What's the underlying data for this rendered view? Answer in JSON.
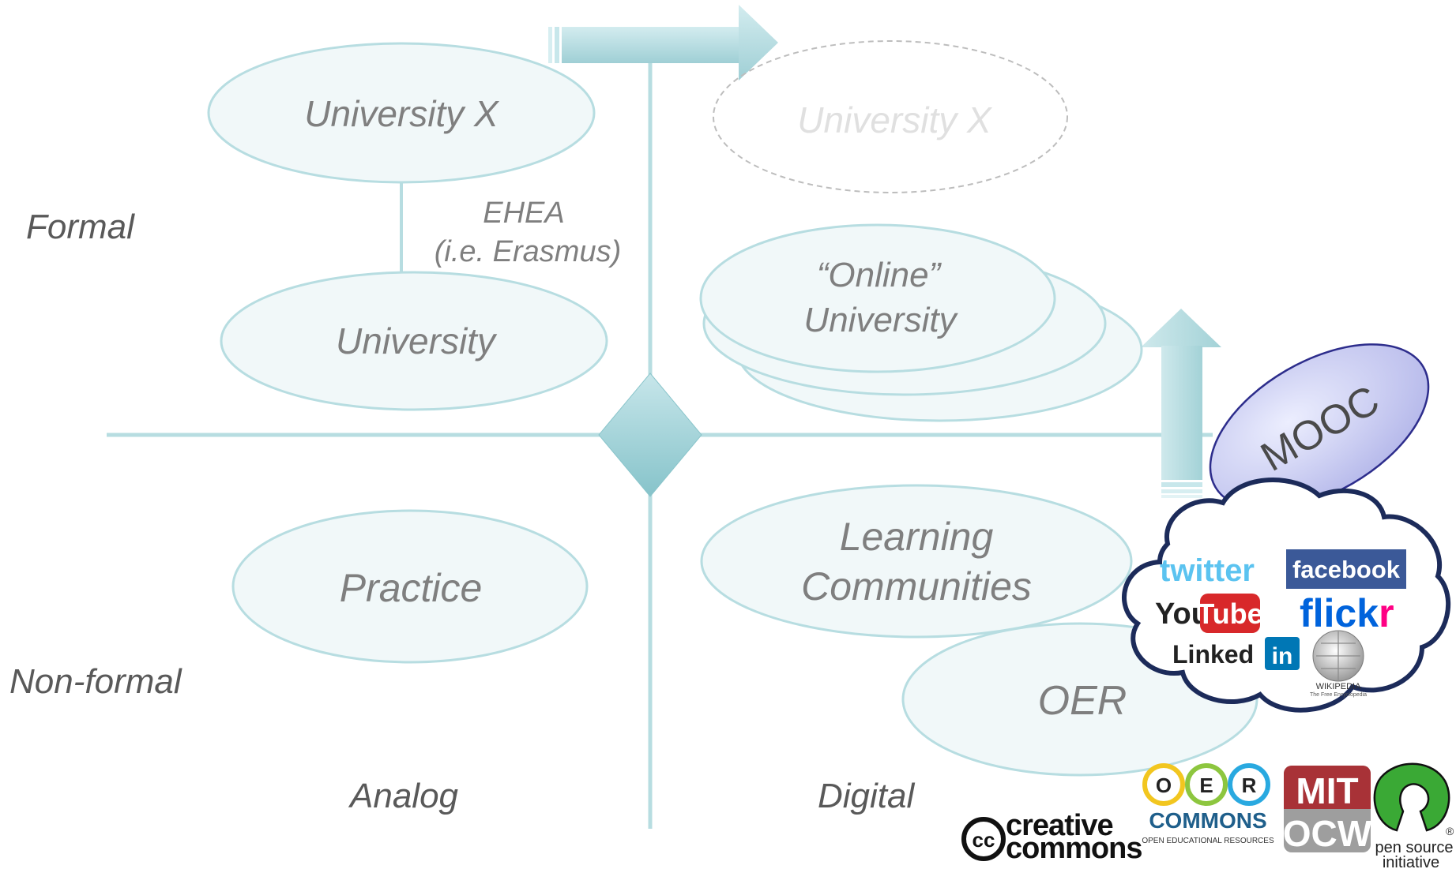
{
  "axes": {
    "left_top": "Formal",
    "left_bottom": "Non-formal",
    "bottom_left": "Analog",
    "bottom_right": "Digital"
  },
  "nodes": {
    "university_x": "University X",
    "university_x_ghost": "University X",
    "university": "University",
    "ehea_line1": "EHEA",
    "ehea_line2": "(i.e. Erasmus)",
    "online_line1": "“Online”",
    "online_line2": "University",
    "practice": "Practice",
    "learning_line1": "Learning",
    "learning_line2": "Communities",
    "oer": "OER",
    "mooc": "MOOC"
  },
  "cloud_logos": {
    "twitter": "twitter",
    "facebook": "facebook",
    "youtube_you": "You",
    "youtube_tube": "Tube",
    "flickr_flick": "flick",
    "flickr_r": "r",
    "linkedin_text": "Linked",
    "linkedin_in": "in",
    "wikipedia_line1": "WIKIPEDIA",
    "wikipedia_line2": "The Free Encyclopedia"
  },
  "bottom_logos": {
    "oer_letters": [
      "O",
      "E",
      "R"
    ],
    "oer_commons": "COMMONS",
    "oer_sub": "OPEN EDUCATIONAL RESOURCES",
    "cc_mark": "cc",
    "cc_line1": "creative",
    "cc_line2": "commons",
    "mit_line1": "MIT",
    "mit_line2": "OCW",
    "osi_line1": "pen source",
    "osi_line2": "initiative",
    "osi_reg": "®"
  },
  "colors": {
    "teal_line": "#b7dde1",
    "ellipse_fill": "#f1f8f9",
    "ellipse_stroke": "#b7dde1",
    "mooc_fill": "#c7c9ee",
    "mooc_stroke": "#2d2d8c",
    "cloud_stroke": "#1c2b5a"
  }
}
